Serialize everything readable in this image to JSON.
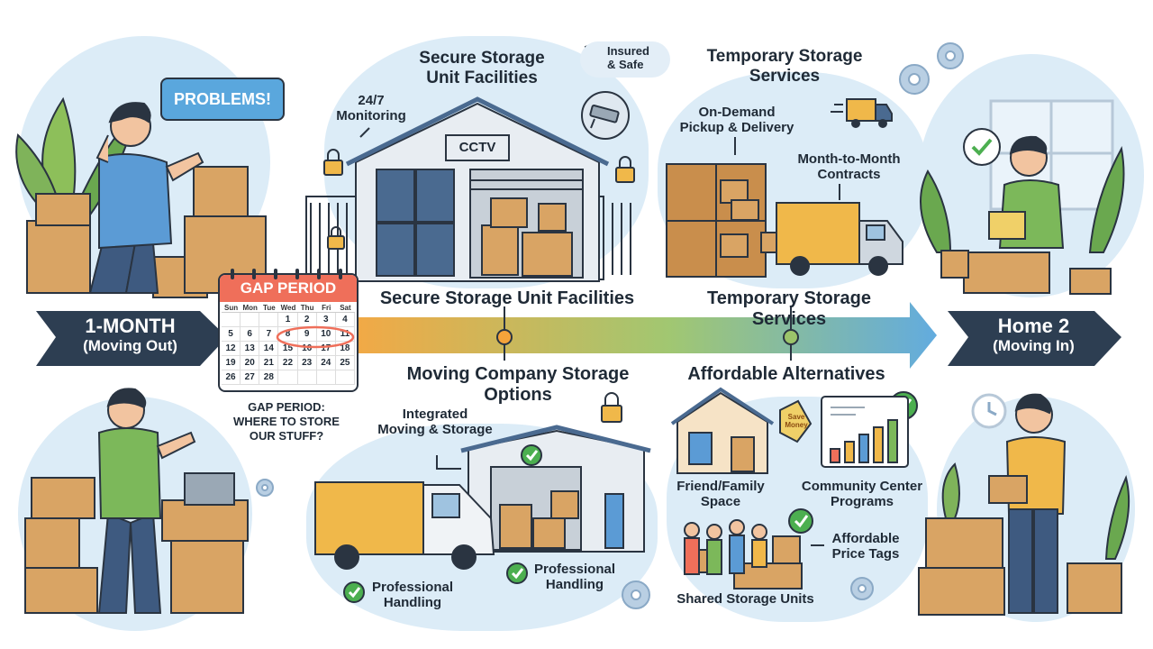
{
  "timeline": {
    "start_label": "1-MONTH",
    "start_sub": "(Moving Out)",
    "end_label": "Home 2",
    "end_sub": "(Moving In)"
  },
  "problems_bubble": "PROBLEMS!",
  "calendar": {
    "title": "GAP PERIOD",
    "days": [
      "Sun",
      "Mon",
      "Tue",
      "Wed",
      "Thu",
      "Fri",
      "Sat"
    ],
    "dates": [
      "",
      "",
      "",
      "1",
      "2",
      "3",
      "4",
      "5",
      "6",
      "7",
      "8",
      "9",
      "10",
      "11",
      "12",
      "13",
      "14",
      "15",
      "16",
      "17",
      "18",
      "19",
      "20",
      "21",
      "22",
      "23",
      "24",
      "25",
      "26",
      "27",
      "28",
      "",
      "",
      "",
      ""
    ],
    "highlighted": [
      "8",
      "9",
      "10",
      "11"
    ]
  },
  "gap_caption": [
    "GAP PERIOD:",
    "WHERE TO STORE",
    "OUR STUFF?"
  ],
  "secure": {
    "title_line1": "Secure Storage",
    "title_line2": "Unit Facilities",
    "badge_line1": "Insured",
    "badge_line2": "& Safe",
    "monitoring_line1": "24/7",
    "monitoring_line2": "Monitoring",
    "cctv_label": "CCTV",
    "timeline_label": "Secure Storage Unit Facilities"
  },
  "temporary": {
    "title_line1": "Temporary Storage",
    "title_line2": "Services",
    "pickup_line1": "On-Demand",
    "pickup_line2": "Pickup & Delivery",
    "contracts_line1": "Month-to-Month",
    "contracts_line2": "Contracts",
    "timeline_label": "Temporary Storage Services"
  },
  "moving_company": {
    "timeline_label": "Moving Company Storage Options",
    "integrated_line1": "Integrated",
    "integrated_line2": "Moving & Storage",
    "handling_left_line1": "Professional",
    "handling_left_line2": "Handling",
    "handling_right_line1": "Professional",
    "handling_right_line2": "Handling"
  },
  "affordable": {
    "timeline_label": "Affordable Alternatives",
    "friend_line1": "Friend/Family",
    "friend_line2": "Space",
    "community_line1": "Community Center",
    "community_line2": "Programs",
    "price_line1": "Affordable",
    "price_line2": "Price Tags",
    "shared": "Shared Storage Units",
    "tag_text_line1": "Save",
    "tag_text_line2": "Money"
  },
  "colors": {
    "navy": "#2d3e52",
    "arrow_start": "#f5a33a",
    "arrow_mid": "#9cc46a",
    "arrow_end": "#5aa7dd",
    "blob": "#dcecf7",
    "box": "#d9a464",
    "check": "#4caf50"
  }
}
